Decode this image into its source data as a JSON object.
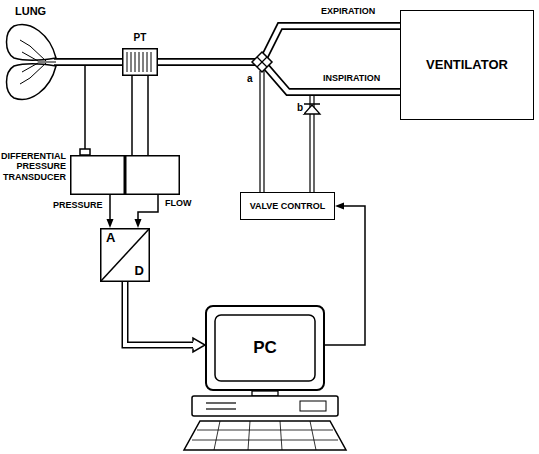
{
  "diagram": {
    "nodes": [
      {
        "text": [
          "PT"
        ]
      },
      {
        "text": [
          "VENTILATOR"
        ]
      },
      {
        "text": [
          "DIFFERENTIAL PRESSURE TRANSDUCER"
        ]
      },
      {
        "text": [
          "A",
          "D"
        ]
      },
      {
        "text": [
          "VALVE CONTROL"
        ]
      },
      {
        "text": [
          "PC"
        ]
      }
    ],
    "edges": [
      {
        "from": 0,
        "to": 1,
        "label": "EXPIRATION",
        "arrow": "none"
      },
      {
        "from": 0,
        "to": 1,
        "label": "INSPIRATION",
        "arrow": "none"
      },
      {
        "from": 0,
        "to": 2,
        "arrow": "none"
      },
      {
        "from": 0,
        "to": 2,
        "arrow": "none"
      },
      {
        "from": 2,
        "to": 3,
        "label": "PRESSURE",
        "arrow": "to"
      },
      {
        "from": 2,
        "to": 3,
        "label": "FLOW",
        "arrow": "to"
      },
      {
        "from": 3,
        "to": 5,
        "arrow": "to"
      },
      {
        "from": 5,
        "to": 4,
        "arrow": "to"
      }
    ],
    "labels": [
      "LUNG",
      "a",
      "b"
    ]
  }
}
